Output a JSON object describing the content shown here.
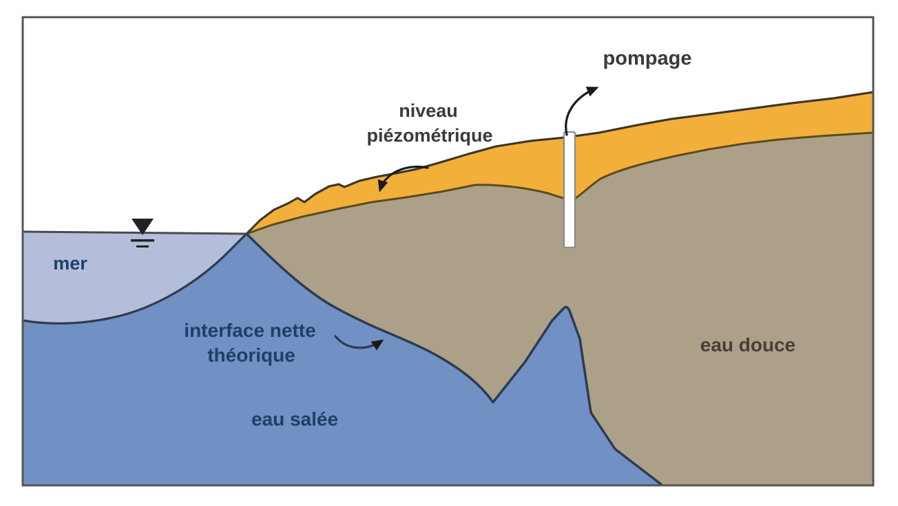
{
  "diagram": {
    "title": "coastal-aquifer-saltwater-intrusion-schematic",
    "labels": {
      "pumping": "pompage",
      "piezometric_line1": "niveau",
      "piezometric_line2": "piézométrique",
      "sea": "mer",
      "interface_line1": "interface nette",
      "interface_line2": "théorique",
      "salt_water": "eau salée",
      "fresh_water": "eau douce"
    },
    "colors": {
      "sea_fill": "#b4bedb",
      "salt_water_fill": "#7190c4",
      "land_fill": "#aca089",
      "vadose_band_fill": "#f2b03a",
      "vadose_band_outline": "#5c4a1e",
      "ground_line": "#3d362c",
      "water_line": "#2e3b50",
      "frame_stroke": "#545454",
      "well_fill": "#ffffff",
      "well_stroke": "#8a8a8a",
      "arrow_color": "#1a1a1a",
      "label_dark": "#3a3a3a",
      "label_navy": "#203f68",
      "label_brown": "#45403a"
    }
  }
}
